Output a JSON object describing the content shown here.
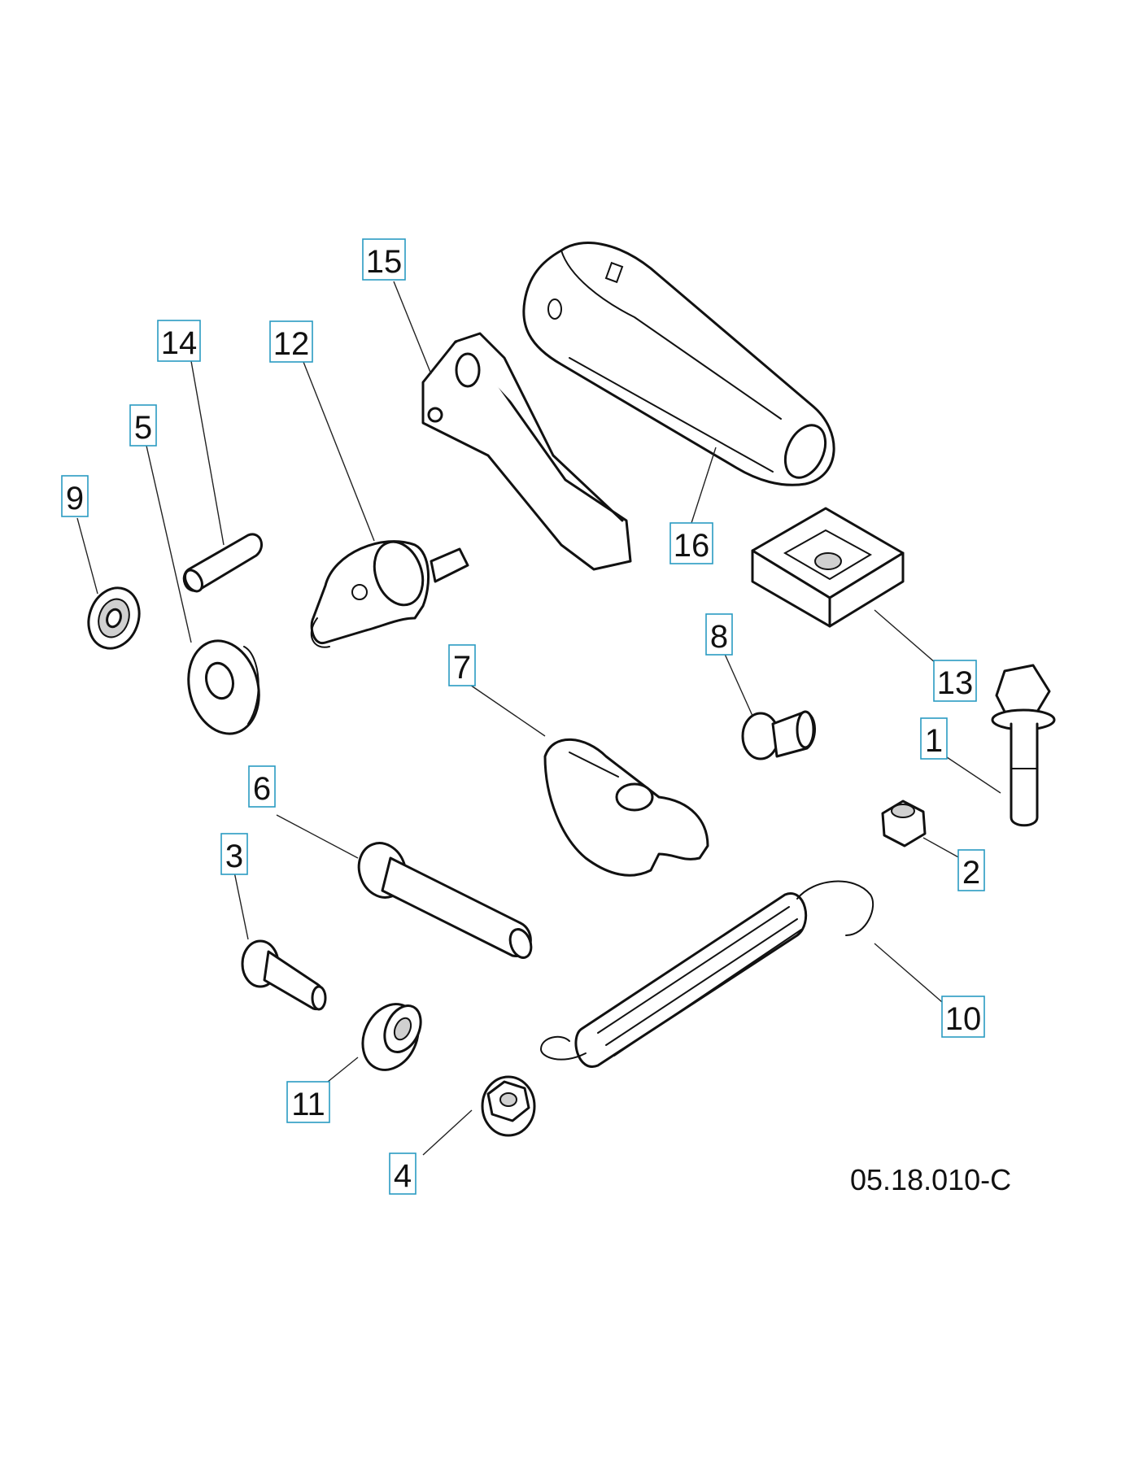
{
  "diagram": {
    "drawing_code": "05.18.010-C",
    "callouts": [
      {
        "id": "1",
        "label": "1"
      },
      {
        "id": "2",
        "label": "2"
      },
      {
        "id": "3",
        "label": "3"
      },
      {
        "id": "4",
        "label": "4"
      },
      {
        "id": "5",
        "label": "5"
      },
      {
        "id": "6",
        "label": "6"
      },
      {
        "id": "7",
        "label": "7"
      },
      {
        "id": "8",
        "label": "8"
      },
      {
        "id": "9",
        "label": "9"
      },
      {
        "id": "10",
        "label": "10"
      },
      {
        "id": "11",
        "label": "11"
      },
      {
        "id": "12",
        "label": "12"
      },
      {
        "id": "13",
        "label": "13"
      },
      {
        "id": "14",
        "label": "14"
      },
      {
        "id": "15",
        "label": "15"
      },
      {
        "id": "16",
        "label": "16"
      }
    ],
    "colors": {
      "callout_border": "#2a9bc2",
      "line": "#111111",
      "background": "#ffffff"
    }
  }
}
